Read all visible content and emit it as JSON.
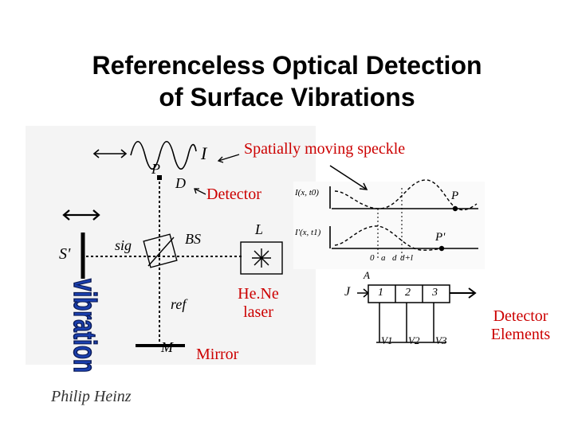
{
  "title": {
    "line1": "Referenceless Optical Detection",
    "line2": "of Surface Vibrations"
  },
  "annotations": {
    "speckle": "Spatially moving speckle",
    "detector": "Detector",
    "laser_line1": "He.Ne",
    "laser_line2": "laser",
    "mirror": "Mirror",
    "detector_elements_line1": "Detector",
    "detector_elements_line2": "Elements"
  },
  "diagram_labels": {
    "I": "I",
    "P": "P",
    "D": "D",
    "BS": "BS",
    "L": "L",
    "S_prime": "S'",
    "sig": "sig",
    "ref": "ref",
    "M": "M"
  },
  "graph_labels": {
    "I_top": "I(x, t0)",
    "I_bottom": "I'(x, t1)",
    "P": "P",
    "P_prime": "P'",
    "x_ticks": [
      "0",
      "a",
      "d",
      "d+l"
    ],
    "A": "A"
  },
  "detector_array": {
    "J": "J",
    "elements": [
      "1",
      "2",
      "3"
    ],
    "voltages": [
      "V1",
      "V2",
      "V3"
    ]
  },
  "logo_text": "vibration",
  "author": "Philip Heinz",
  "colors": {
    "annotation_red": "#cc0000",
    "logo_fill": "#1a3fae",
    "logo_outline": "#0a1a55"
  }
}
